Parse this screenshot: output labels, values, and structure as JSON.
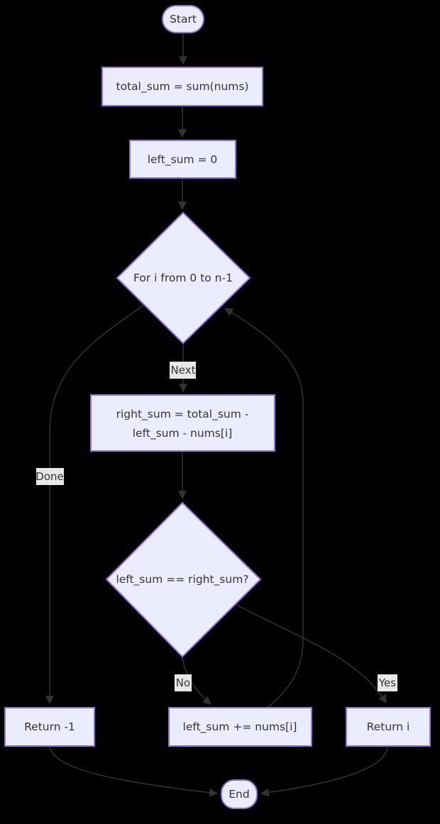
{
  "diagram": {
    "type": "flowchart",
    "direction": "top-down"
  },
  "colors": {
    "background": "#000000",
    "node_fill": "#ECECFF",
    "node_border": "#9370DB",
    "edge_line": "#333333",
    "edge_label_bg": "#E8E8E8",
    "text": "#333333"
  },
  "nodes": {
    "start": {
      "label": "Start",
      "shape": "stadium"
    },
    "compute_total": {
      "label": "total_sum = sum(nums)",
      "shape": "rect"
    },
    "init_left": {
      "label": "left_sum = 0",
      "shape": "rect"
    },
    "loop_condition": {
      "label": "For i from 0 to n-1",
      "shape": "diamond"
    },
    "compute_right": {
      "lines": [
        "right_sum = total_sum -",
        "left_sum - nums[i]"
      ],
      "shape": "rect"
    },
    "check_equal": {
      "label": "left_sum == right_sum?",
      "shape": "diamond"
    },
    "return_neg1": {
      "label": "Return -1",
      "shape": "rect"
    },
    "update_left": {
      "label": "left_sum += nums[i]",
      "shape": "rect"
    },
    "return_i": {
      "label": "Return i",
      "shape": "rect"
    },
    "end": {
      "label": "End",
      "shape": "stadium"
    }
  },
  "edge_labels": {
    "next": "Next",
    "done": "Done",
    "no": "No",
    "yes": "Yes"
  }
}
